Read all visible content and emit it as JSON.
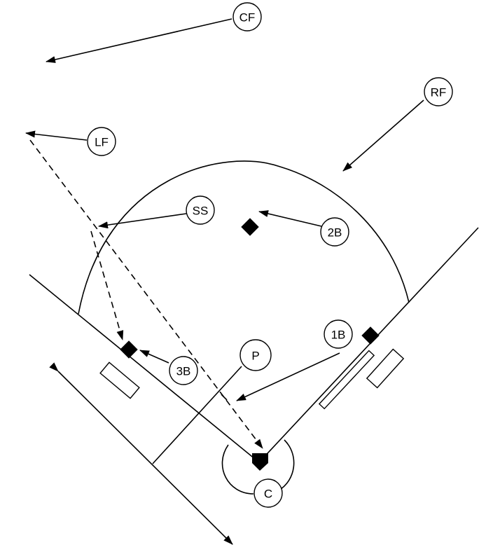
{
  "players": {
    "cf": "CF",
    "rf": "RF",
    "lf": "LF",
    "ss": "SS",
    "second_base": "2B",
    "first_base": "1B",
    "pitcher": "P",
    "third_base": "3B",
    "catcher": "C"
  }
}
